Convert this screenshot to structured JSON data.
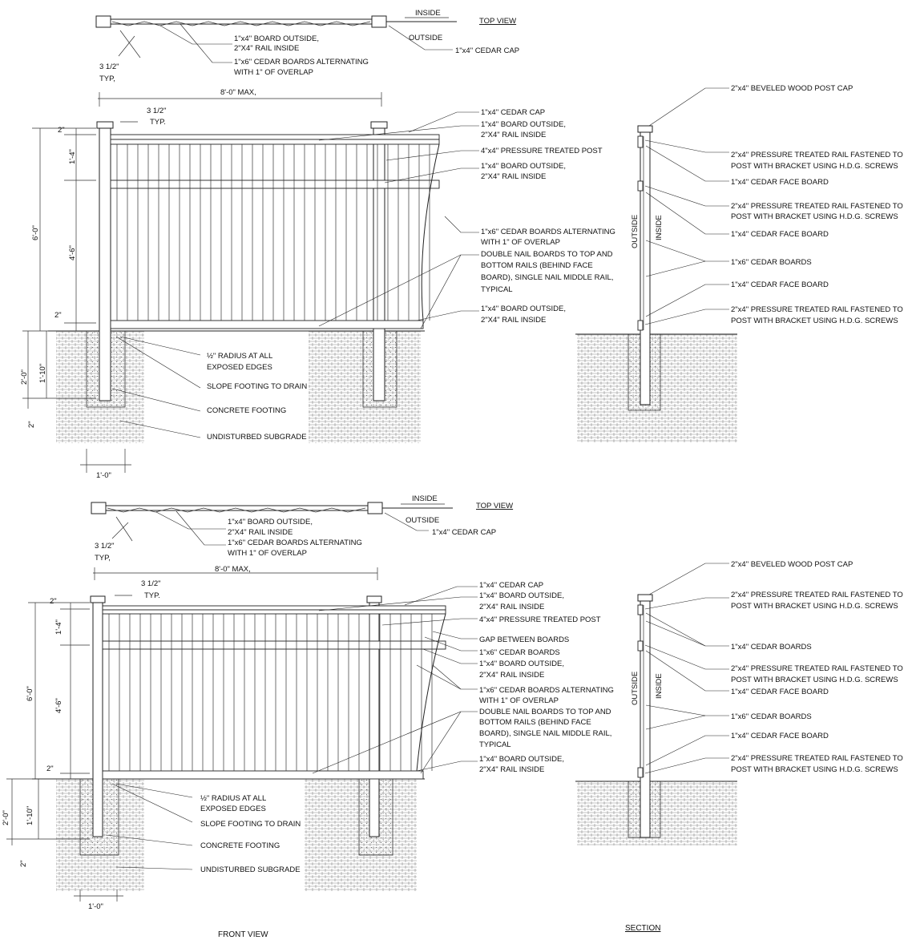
{
  "top_view": {
    "title": "TOP VIEW",
    "inside": "INSIDE",
    "outside": "OUTSIDE",
    "cap": "1\"x4\" CEDAR CAP",
    "board_rail_1": "1\"x4\" BOARD OUTSIDE,",
    "board_rail_2": "2\"X4\" RAIL INSIDE",
    "cedar_1": "1\"x6\" CEDAR BOARDS ALTERNATING",
    "cedar_2": "WITH 1\" OF OVERLAP",
    "typ_dim": "3 1/2\"",
    "typ": "TYP,"
  },
  "front": {
    "span": "8'-0\" MAX,",
    "typ_dim": "3 1/2\"",
    "typ": "TYP.",
    "dim_2_top": "2\"",
    "dim_1_4": "1'-4\"",
    "dim_4_6": "4'-6\"",
    "dim_6_0": "6'-0\"",
    "dim_2_bottom": "2\"",
    "dim_2_0": "2'-0\"",
    "dim_1_10": "1'-10\"",
    "dim_2_foot": "2\"",
    "dim_1_0": "1'-0\"",
    "cedar_cap": "1\"x4\" CEDAR CAP",
    "board_outside": "1\"x4\" BOARD OUTSIDE,",
    "rail_inside": "2\"X4\" RAIL INSIDE",
    "pt_post": "4\"x4\" PRESSURE TREATED POST",
    "alt_1": "1\"x6\" CEDAR BOARDS ALTERNATING",
    "alt_2": "WITH 1\" OF OVERLAP",
    "nail_1": "DOUBLE NAIL BOARDS TO TOP AND",
    "nail_2": "BOTTOM RAILS (BEHIND FACE",
    "nail_3": "BOARD), SINGLE NAIL MIDDLE RAIL,",
    "nail_4a": "TYPICAL",
    "nail_4b": "TYPICAL",
    "gap": "GAP BETWEEN BOARDS",
    "cedar_boards": "1\"x6\" CEDAR BOARDS",
    "radius_1": "½\" RADIUS AT ALL",
    "radius_2": "EXPOSED EDGES",
    "slope": "SLOPE FOOTING TO DRAIN",
    "footing": "CONCRETE FOOTING",
    "subgrade": "UNDISTURBED SUBGRADE"
  },
  "section": {
    "post_cap": "2\"x4\" BEVELED WOOD POST CAP",
    "pt_rail_1": "2\"x4\" PRESSURE TREATED RAIL FASTENED TO",
    "pt_rail_2": "POST WITH BRACKET USING H.D.G. SCREWS",
    "face_board": "1\"x4\" CEDAR FACE BOARD",
    "cedar_boards_1x6": "1\"x6\" CEDAR BOARDS",
    "cedar_boards_1x4": "1\"x4\" CEDAR BOARDS",
    "outside": "OUTSIDE",
    "inside": "INSIDE"
  },
  "footer": {
    "front_view": "FRONT VIEW",
    "section": "SECTION"
  }
}
